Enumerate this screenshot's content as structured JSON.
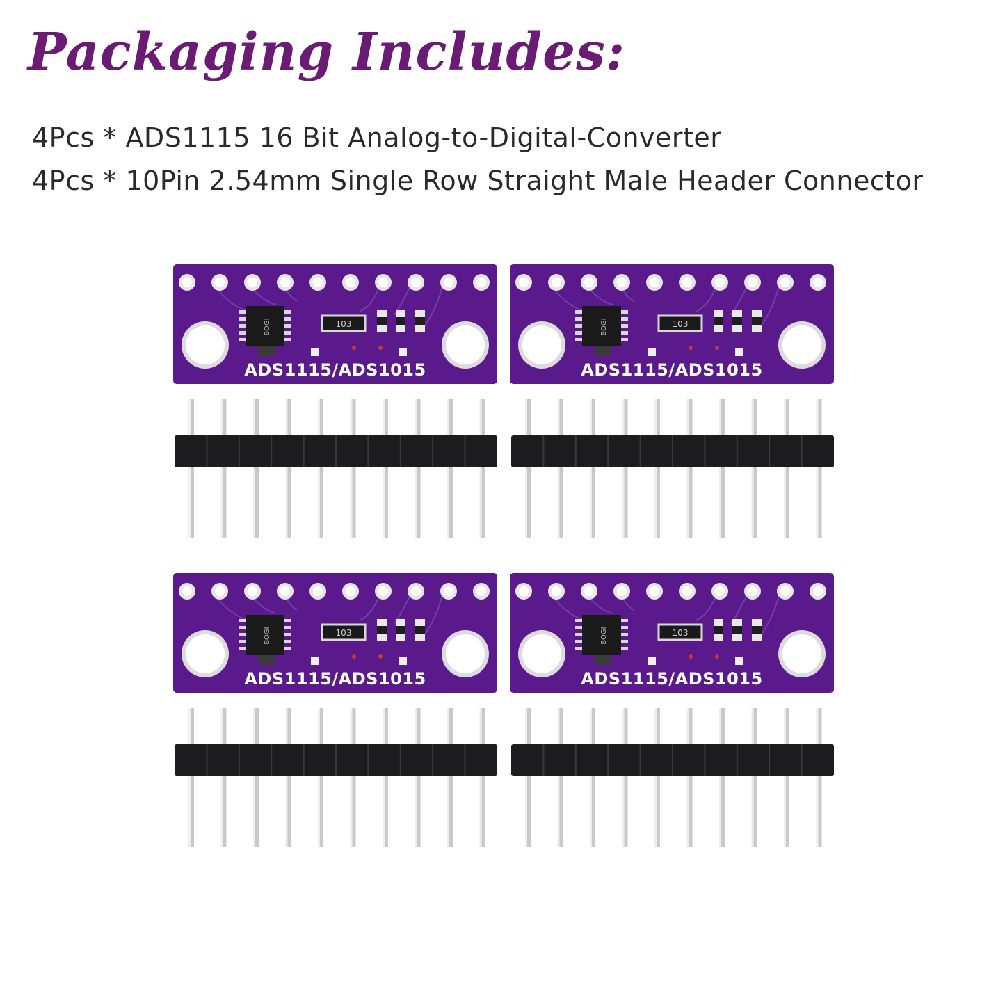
{
  "header": {
    "title": "Packaging Includes:",
    "items": [
      "4Pcs * ADS1115 16 Bit Analog-to-Digital-Converter",
      "4Pcs * 10Pin 2.54mm Single Row Straight Male Header Connector"
    ]
  },
  "modules": [
    {
      "board_label": "ADS1115/ADS1015",
      "chip_mark": "BOGI",
      "resistor_mark": "103"
    },
    {
      "board_label": "ADS1115/ADS1015",
      "chip_mark": "BOGI",
      "resistor_mark": "103"
    },
    {
      "board_label": "ADS1115/ADS1015",
      "chip_mark": "BOGI",
      "resistor_mark": "103"
    },
    {
      "board_label": "ADS1115/ADS1015",
      "chip_mark": "BOGI",
      "resistor_mark": "103"
    }
  ],
  "colors": {
    "title": "#6a1b74",
    "pcb": "#5b1a8c",
    "header_plastic": "#1c1c1e",
    "pin_metal": "#c9c9c9"
  },
  "header_pin_count": 10
}
